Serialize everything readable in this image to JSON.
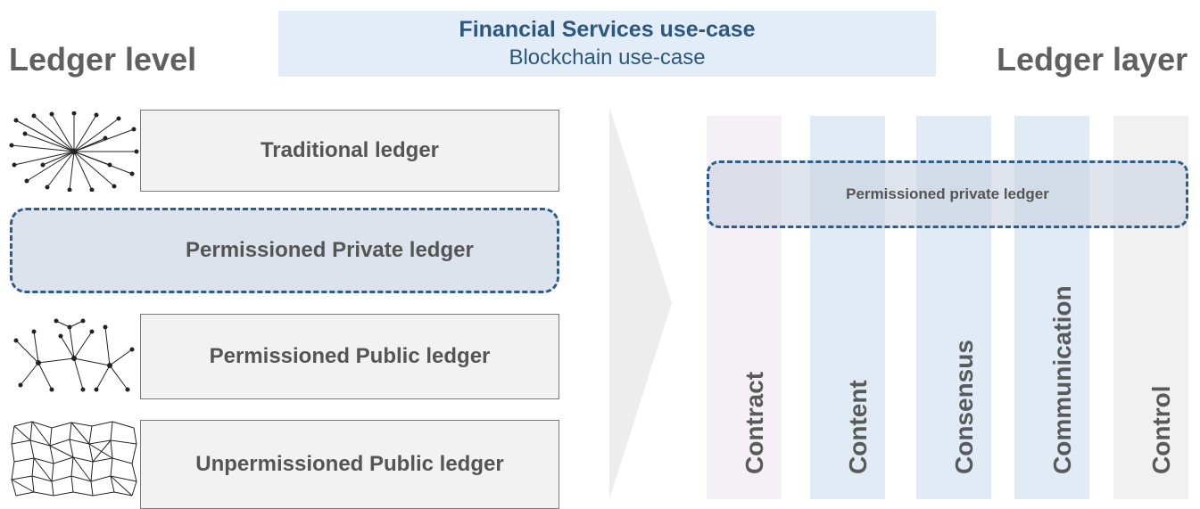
{
  "headers": {
    "left": "Ledger level",
    "right": "Ledger layer"
  },
  "banner": {
    "title": "Financial Services use-case",
    "subtitle": "Blockchain use-case"
  },
  "ledger_levels": [
    "Traditional ledger",
    "Permissioned Private ledger",
    "Permissioned Public ledger",
    "Unpermissioned Public ledger"
  ],
  "layers": [
    {
      "label": "Contract",
      "color": "#f4f0f6"
    },
    {
      "label": "Content",
      "color": "#e1ebf6"
    },
    {
      "label": "Consensus",
      "color": "#e1ebf6"
    },
    {
      "label": "Communication",
      "color": "#e1ebf6"
    },
    {
      "label": "Control",
      "color": "#f1f1f1"
    }
  ],
  "overlay": {
    "label": "Permissioned private ledger"
  },
  "colors": {
    "accent": "#2f5d8a",
    "banner_bg": "#e3edf7",
    "banner_text": "#2b5781",
    "highlight_bg": "#dde3ec",
    "box_bg": "#f2f2f2"
  }
}
